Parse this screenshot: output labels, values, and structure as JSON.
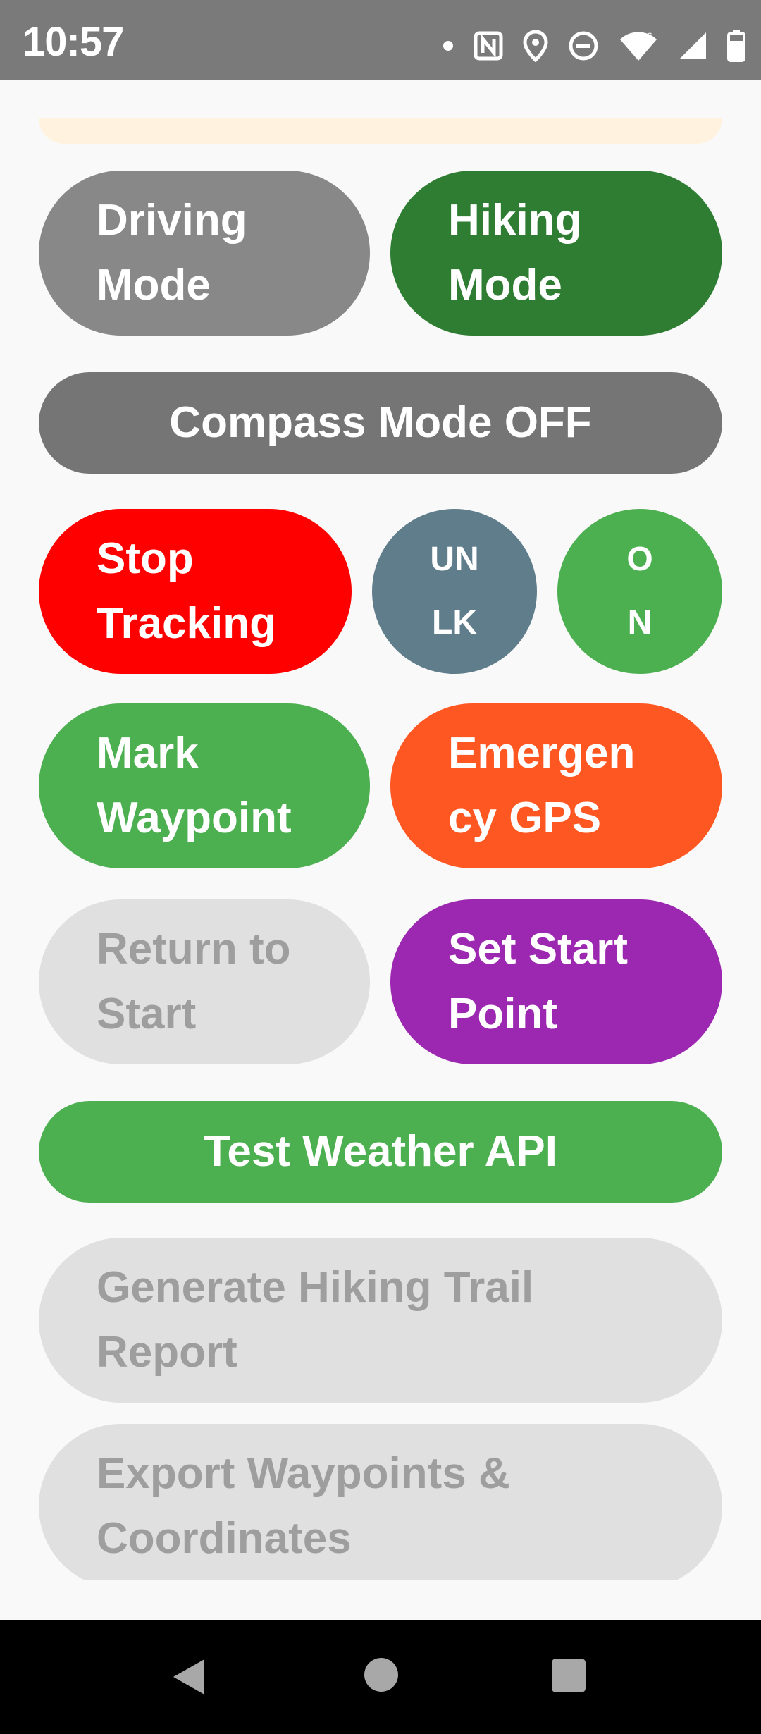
{
  "status_bar": {
    "time": "10:57",
    "icons": [
      "dot-icon",
      "nfc-icon",
      "location-icon",
      "do-not-disturb-icon",
      "wifi-icon",
      "signal-icon",
      "battery-icon"
    ]
  },
  "buttons": {
    "driving_mode": {
      "line1": "Driving",
      "line2": "Mode"
    },
    "hiking_mode": {
      "line1": "Hiking",
      "line2": "Mode"
    },
    "compass_mode": "Compass Mode OFF",
    "stop_tracking": {
      "line1": "Stop",
      "line2": "Tracking"
    },
    "unlock": {
      "line1": "UN",
      "line2": "LK"
    },
    "on": {
      "line1": "O",
      "line2": "N"
    },
    "mark_waypoint": {
      "line1": "Mark",
      "line2": "Waypoint"
    },
    "emergency_gps": {
      "line1": "Emergen",
      "line2": "cy GPS"
    },
    "return_to_start": {
      "line1": "Return to",
      "line2": "Start"
    },
    "set_start_point": {
      "line1": "Set Start",
      "line2": "Point"
    },
    "test_weather_api": "Test Weather API",
    "generate_report": {
      "line1": "Generate Hiking Trail",
      "line2": "Report"
    },
    "export_waypoints": {
      "line1": "Export Waypoints &",
      "line2": "Coordinates"
    }
  },
  "colors": {
    "driving": "#888888",
    "hiking": "#2e7d32",
    "compass": "#757575",
    "stop": "#ff0000",
    "unlock": "#607d8b",
    "on": "#4caf50",
    "waypoint": "#4caf50",
    "emergency": "#ff5722",
    "disabled": "#e0e0e0",
    "set_start": "#9c27b0",
    "weather": "#4caf50"
  },
  "nav_bar": {
    "icons": [
      "back-icon",
      "home-icon",
      "recents-icon"
    ]
  }
}
